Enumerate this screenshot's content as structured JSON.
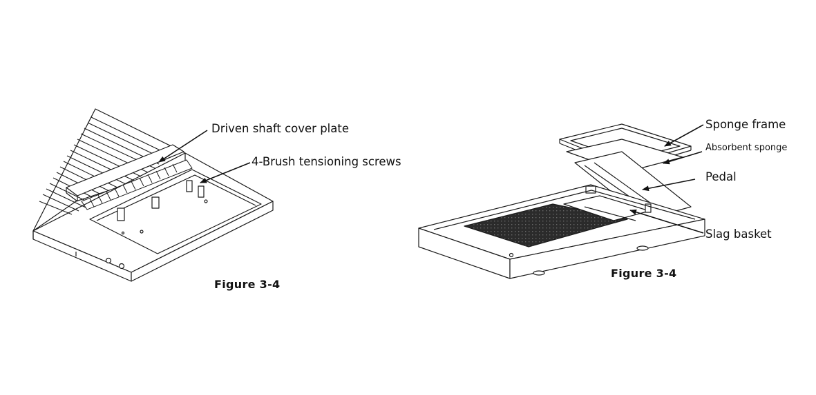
{
  "figures": [
    {
      "caption": "Figure 3-4",
      "labels": {
        "driven_shaft_cover_plate": "Driven shaft cover plate",
        "brush_tensioning_screws": "4-Brush tensioning screws"
      }
    },
    {
      "caption": "Figure 3-4",
      "labels": {
        "sponge_frame": "Sponge frame",
        "absorbent_sponge": "Absorbent sponge",
        "pedal": "Pedal",
        "slag_basket": "Slag basket"
      }
    }
  ],
  "colors": {
    "line": "#1a1a1a",
    "grate": "#2b2b2b",
    "background": "#ffffff"
  }
}
